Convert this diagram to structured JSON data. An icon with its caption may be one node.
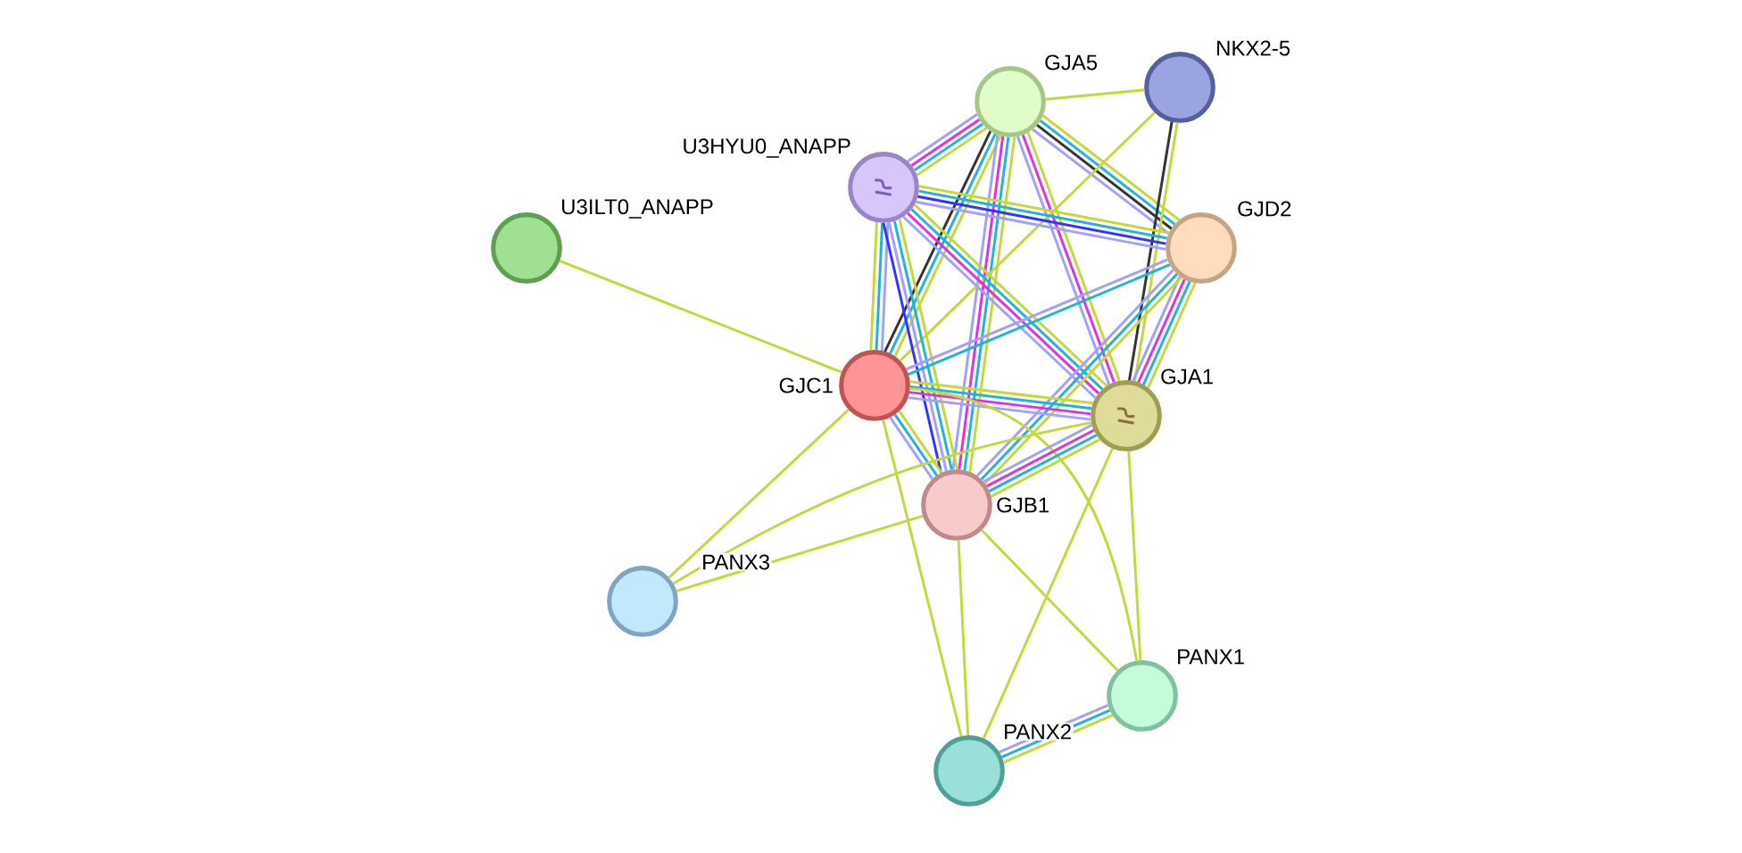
{
  "diagram": {
    "nodes": [
      {
        "text": [
          "GJA5"
        ]
      },
      {
        "text": [
          "NKX2-5"
        ]
      },
      {
        "text": [
          "U3HYU0_ANAPP"
        ]
      },
      {
        "text": [
          "U3ILT0_ANAPP"
        ]
      },
      {
        "text": [
          "GJD2"
        ]
      },
      {
        "text": [
          "GJC1"
        ]
      },
      {
        "text": [
          "GJA1"
        ]
      },
      {
        "text": [
          "GJB1"
        ]
      },
      {
        "text": [
          "PANX3"
        ]
      },
      {
        "text": [
          "PANX1"
        ]
      },
      {
        "text": [
          "PANX2"
        ]
      }
    ],
    "edges": [
      {
        "from": 0,
        "to": 1,
        "arrow": "none"
      },
      {
        "from": 0,
        "to": 2,
        "arrow": "none",
        "color": "#a0a0ff"
      },
      {
        "from": 0,
        "to": 2,
        "arrow": "none",
        "color": "#e030e0"
      },
      {
        "from": 0,
        "to": 2,
        "arrow": "none",
        "color": "#20b4d4"
      },
      {
        "from": 0,
        "to": 2,
        "arrow": "none"
      },
      {
        "from": 0,
        "to": 4,
        "arrow": "none",
        "color": "#a0a0ff"
      },
      {
        "from": 0,
        "to": 4,
        "arrow": "none",
        "color": "#333333"
      },
      {
        "from": 0,
        "to": 4,
        "arrow": "none",
        "color": "#20b4d4"
      },
      {
        "from": 0,
        "to": 4,
        "arrow": "none"
      },
      {
        "from": 0,
        "to": 6,
        "arrow": "none",
        "color": "#a0a0ff"
      },
      {
        "from": 0,
        "to": 6,
        "arrow": "none",
        "color": "#e030e0"
      },
      {
        "from": 0,
        "to": 6,
        "arrow": "none"
      },
      {
        "from": 0,
        "to": 5,
        "arrow": "none",
        "color": "#333333"
      },
      {
        "from": 0,
        "to": 5,
        "arrow": "none",
        "color": "#20b4d4"
      },
      {
        "from": 0,
        "to": 5,
        "arrow": "none"
      },
      {
        "from": 0,
        "to": 7,
        "arrow": "none",
        "color": "#a0a0ff"
      },
      {
        "from": 0,
        "to": 7,
        "arrow": "none",
        "color": "#e030e0"
      },
      {
        "from": 0,
        "to": 7,
        "arrow": "none",
        "color": "#20b4d4"
      },
      {
        "from": 0,
        "to": 7,
        "arrow": "none"
      },
      {
        "from": 1,
        "to": 5,
        "arrow": "none"
      },
      {
        "from": 1,
        "to": 6,
        "arrow": "none",
        "color": "#333333"
      },
      {
        "from": 1,
        "to": 6,
        "arrow": "none"
      },
      {
        "from": 2,
        "to": 4,
        "arrow": "none",
        "color": "#a0a0ff"
      },
      {
        "from": 2,
        "to": 4,
        "arrow": "none",
        "color": "#3333ff"
      },
      {
        "from": 2,
        "to": 4,
        "arrow": "none",
        "color": "#20b4d4"
      },
      {
        "from": 2,
        "to": 4,
        "arrow": "none"
      },
      {
        "from": 2,
        "to": 6,
        "arrow": "none",
        "color": "#a0a0ff"
      },
      {
        "from": 2,
        "to": 6,
        "arrow": "none",
        "color": "#e030e0"
      },
      {
        "from": 2,
        "to": 6,
        "arrow": "none",
        "color": "#20b4d4"
      },
      {
        "from": 2,
        "to": 6,
        "arrow": "none"
      },
      {
        "from": 2,
        "to": 5,
        "arrow": "none"
      },
      {
        "from": 2,
        "to": 5,
        "arrow": "none",
        "color": "#20b4d4"
      },
      {
        "from": 2,
        "to": 5,
        "arrow": "none",
        "color": "#a0a0ff"
      },
      {
        "from": 2,
        "to": 7,
        "arrow": "none",
        "color": "#3333ff"
      },
      {
        "from": 2,
        "to": 7,
        "arrow": "none",
        "color": "#a0a0ff"
      },
      {
        "from": 2,
        "to": 7,
        "arrow": "none",
        "color": "#20b4d4"
      },
      {
        "from": 2,
        "to": 7,
        "arrow": "none"
      },
      {
        "from": 4,
        "to": 5,
        "arrow": "none",
        "color": "#a0a0ff"
      },
      {
        "from": 4,
        "to": 5,
        "arrow": "none",
        "color": "#20b4d4"
      },
      {
        "from": 4,
        "to": 6,
        "arrow": "none",
        "color": "#a0a0ff"
      },
      {
        "from": 4,
        "to": 6,
        "arrow": "none",
        "color": "#e030e0"
      },
      {
        "from": 4,
        "to": 6,
        "arrow": "none",
        "color": "#20b4d4"
      },
      {
        "from": 4,
        "to": 6,
        "arrow": "none"
      },
      {
        "from": 4,
        "to": 7,
        "arrow": "none",
        "color": "#a0a0ff"
      },
      {
        "from": 4,
        "to": 7,
        "arrow": "none",
        "color": "#20b4d4"
      },
      {
        "from": 4,
        "to": 7,
        "arrow": "none"
      },
      {
        "from": 5,
        "to": 6,
        "arrow": "none",
        "color": "#a0a0ff"
      },
      {
        "from": 5,
        "to": 6,
        "arrow": "none",
        "color": "#e030e0"
      },
      {
        "from": 5,
        "to": 6,
        "arrow": "none",
        "color": "#20b4d4"
      },
      {
        "from": 5,
        "to": 6,
        "arrow": "none"
      },
      {
        "from": 5,
        "to": 7,
        "arrow": "none",
        "color": "#a0a0ff"
      },
      {
        "from": 5,
        "to": 7,
        "arrow": "none",
        "color": "#20b4d4"
      },
      {
        "from": 5,
        "to": 7,
        "arrow": "none"
      },
      {
        "from": 3,
        "to": 5,
        "arrow": "none"
      },
      {
        "from": 5,
        "to": 8,
        "arrow": "none"
      },
      {
        "from": 5,
        "to": 10,
        "arrow": "none"
      },
      {
        "from": 5,
        "to": 9,
        "arrow": "none"
      },
      {
        "from": 7,
        "to": 6,
        "arrow": "none",
        "color": "#a0a0ff"
      },
      {
        "from": 7,
        "to": 6,
        "arrow": "none",
        "color": "#e030e0"
      },
      {
        "from": 7,
        "to": 6,
        "arrow": "none",
        "color": "#20b4d4"
      },
      {
        "from": 7,
        "to": 6,
        "arrow": "none"
      },
      {
        "from": 7,
        "to": 8,
        "arrow": "none"
      },
      {
        "from": 6,
        "to": 8,
        "arrow": "none"
      },
      {
        "from": 7,
        "to": 9,
        "arrow": "none"
      },
      {
        "from": 7,
        "to": 10,
        "arrow": "none"
      },
      {
        "from": 6,
        "to": 10,
        "arrow": "none"
      },
      {
        "from": 6,
        "to": 9,
        "arrow": "none"
      },
      {
        "from": 9,
        "to": 10,
        "arrow": "none",
        "color": "#a0a0ff"
      },
      {
        "from": 9,
        "to": 10,
        "arrow": "none",
        "color": "#20b4d4"
      },
      {
        "from": 9,
        "to": 10,
        "arrow": "none"
      }
    ]
  }
}
